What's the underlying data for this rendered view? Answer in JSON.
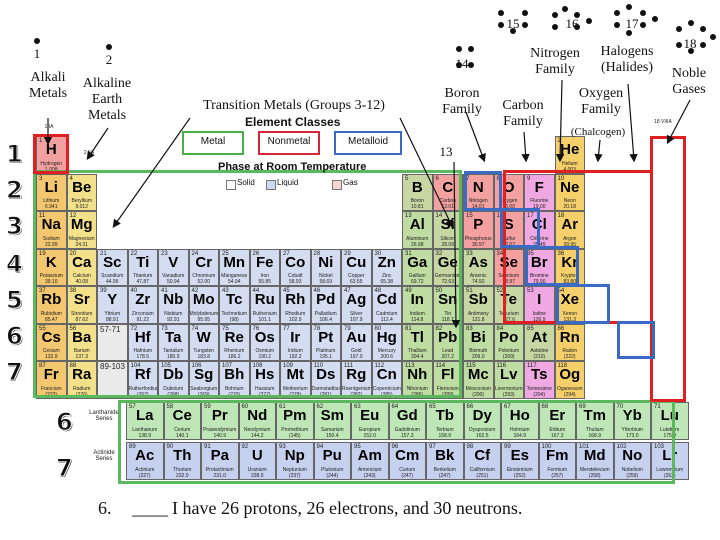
{
  "group_numbers": {
    "g1": "1",
    "g2": "2",
    "g13": "13",
    "g14": "14",
    "g15": "15",
    "g16": "16",
    "g17": "17",
    "g18": "18"
  },
  "families": {
    "alkali": "Alkali Metals",
    "alkaline_earth": "Alkaline Earth Metals",
    "transition": "Transition Metals (Groups 3-12)",
    "boron": "Boron Family",
    "carbon": "Carbon Family",
    "nitrogen": "Nitrogen Family",
    "oxygen": "Oxygen Family",
    "chalcogen": "(Chalcogen)",
    "halogens": "Halogens (Halides)",
    "noble": "Noble Gases"
  },
  "periods": [
    "1",
    "2",
    "3",
    "4",
    "5",
    "6",
    "7"
  ],
  "f_rows": [
    "6",
    "7"
  ],
  "table": {
    "element_classes_title": "Element Classes",
    "legend": {
      "metal": "Metal",
      "nonmetal": "Nonmetal",
      "metalloid": "Metalloid"
    },
    "phase_title": "Phase at Room Temperature",
    "phase_solid": "Solid",
    "phase_liquid": "Liquid",
    "phase_gas": "Gas",
    "header_1a": "1 IA",
    "header_2a": "2 IIA",
    "header_18": "18 VIIIA",
    "series_lanthanide": "Lanthanide Series",
    "series_actinide": "Actinide Series",
    "range_57_71": "57-71",
    "range_89_103": "89-103",
    "colors": {
      "alkali": "#f3c76f",
      "alkaline": "#f2e08a",
      "transition": "#d3dcf0",
      "post": "#bfdca2",
      "metalloid": "#c7d7a3",
      "nonmetal": "#f3a0a0",
      "halogen": "#f0a8e2",
      "noble": "#f5cf6a",
      "lanth": "#bfe6b6",
      "actin": "#c6d1ef"
    }
  },
  "question": {
    "number": "6.",
    "blank": "____",
    "text": "I have 26 protons, 26 electrons, and 30 neutrons."
  }
}
